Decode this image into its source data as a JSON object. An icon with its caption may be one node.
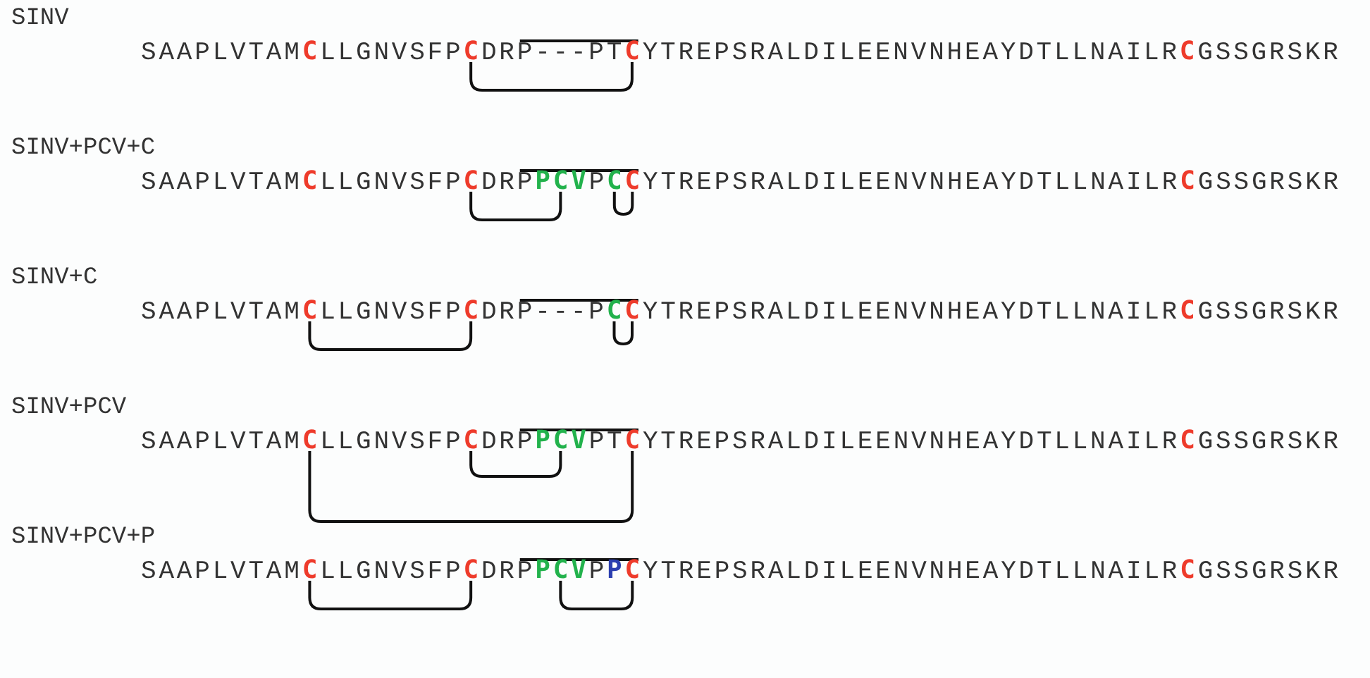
{
  "diagram": {
    "labels": [
      "SINV",
      "SAAPLVTAMCLLGNVSFPCDRP---PTCYTREPSRALDILEENVNHEAYDTLLNAILRCGSSGRSKR",
      "SINV+PCV+C",
      "SAAPLVTAMCLLGNVSFPCDRPPCVPCCYTREPSRALDILEENVNHEAYDTLLNAILRCGSSGRSKR",
      "SINV+C",
      "SAAPLVTAMCLLGNVSFPCDRP---PCCYTREPSRALDILEENVNHEAYDTLLNAILRCGSSGRSKR",
      "SINV+PCV",
      "SAAPLVTAMCLLGNVSFPCDRPPCVPTCYTREPSRALDILEENVNHEAYDTLLNAILRCGSSGRSKR",
      "SINV+PCV+P",
      "SAAPLVTAMCLLGNVSFPCDRPPCVPPCYTREPSRALDILEENVNHEAYDTLLNAILRCGSSGRSKR"
    ]
  }
}
